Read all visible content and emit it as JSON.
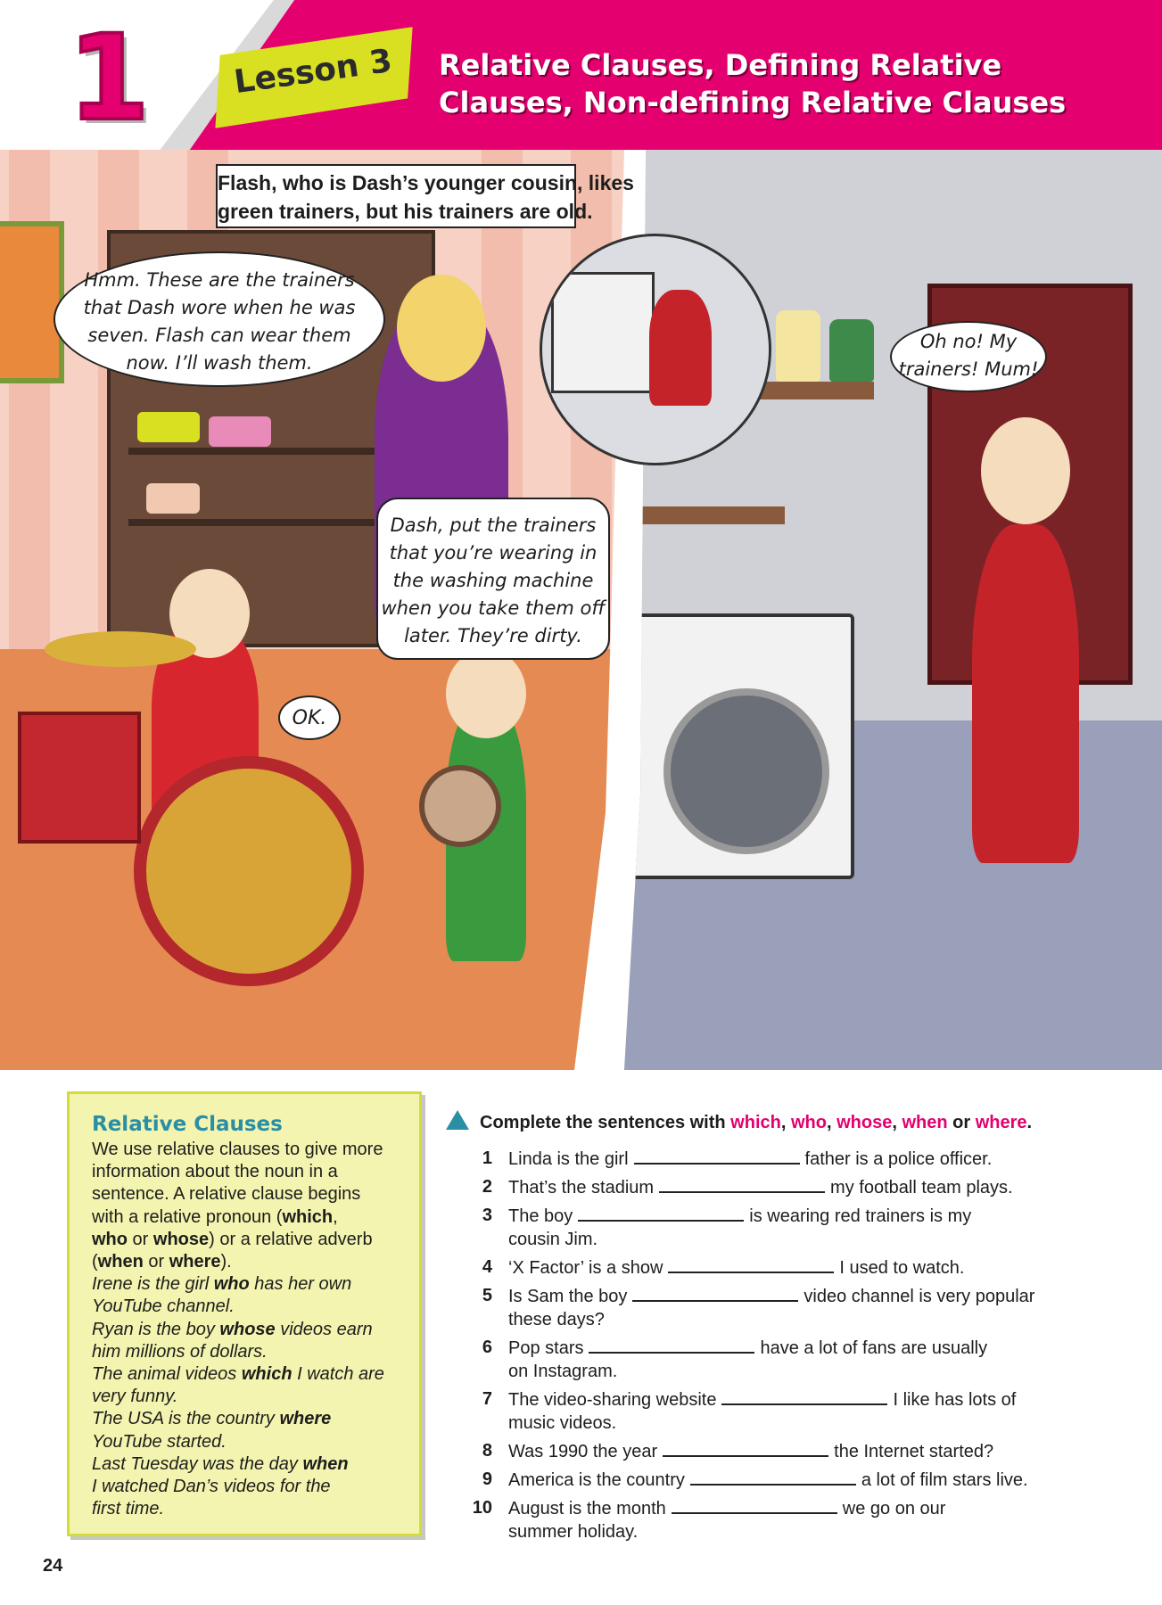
{
  "header": {
    "unit_number": "1",
    "lesson_label": "Lesson 3",
    "title_line1": "Relative Clauses, Defining Relative",
    "title_line2": "Clauses, Non-defining Relative Clauses"
  },
  "comic": {
    "caption": [
      "Flash, who is Dash’s younger cousin, likes",
      "green trainers, but his trainers are old."
    ],
    "mum_thought": [
      "Hmm. These are the trainers",
      "that Dash wore when he was",
      "seven. Flash can wear them",
      "now. I’ll wash them."
    ],
    "mum_speech": [
      "Dash, put the trainers",
      "that you’re wearing in",
      "the washing machine",
      "when you take them off",
      "later. They’re dirty."
    ],
    "dash_reply": "OK.",
    "flash_speech": [
      "Oh no! My",
      "trainers! Mum!"
    ]
  },
  "grammar_box": {
    "title": "Relative Clauses",
    "intro": [
      "We use relative clauses to give more",
      "information about the noun in a",
      "sentence. A relative clause begins"
    ],
    "p1a": "with a relative pronoun (",
    "p1b": "which",
    "p1c": ",",
    "p2a": "who",
    "p2b": " or ",
    "p2c": "whose",
    "p2d": ") or a relative adverb",
    "p3a": "(",
    "p3b": "when",
    "p3c": " or ",
    "p3d": "where",
    "p3e": ").",
    "examples": [
      {
        "before": "Irene is the girl ",
        "bold": "who",
        "after": " has her own"
      },
      {
        "before": "YouTube channel.",
        "bold": "",
        "after": ""
      },
      {
        "before": "Ryan is the boy ",
        "bold": "whose",
        "after": " videos earn"
      },
      {
        "before": "him millions of dollars.",
        "bold": "",
        "after": ""
      },
      {
        "before": "The animal videos ",
        "bold": "which",
        "after": " I watch are"
      },
      {
        "before": "very funny.",
        "bold": "",
        "after": ""
      },
      {
        "before": "The USA is the country ",
        "bold": "where",
        "after": ""
      },
      {
        "before": "YouTube started.",
        "bold": "",
        "after": ""
      },
      {
        "before": "Last Tuesday was the day ",
        "bold": "when",
        "after": ""
      },
      {
        "before": "I watched Dan’s videos for the",
        "bold": "",
        "after": ""
      },
      {
        "before": "first time.",
        "bold": "",
        "after": ""
      }
    ]
  },
  "exercise": {
    "heading_start": "Complete the sentences with ",
    "words": [
      "which",
      "who",
      "whose",
      "when",
      "where"
    ],
    "sep_comma": ", ",
    "sep_or": " or ",
    "period": ".",
    "items": [
      {
        "num": "1",
        "before": "Linda is the girl",
        "after": "father is a police officer.",
        "cont": ""
      },
      {
        "num": "2",
        "before": "That’s the stadium",
        "after": "my football team plays.",
        "cont": ""
      },
      {
        "num": "3",
        "before": "The boy",
        "after": "is wearing red trainers is my",
        "cont": "cousin Jim."
      },
      {
        "num": "4",
        "before": "‘X Factor’ is a show",
        "after": "I used to watch.",
        "cont": ""
      },
      {
        "num": "5",
        "before": "Is Sam the boy",
        "after": "video channel is very popular",
        "cont": "these days?"
      },
      {
        "num": "6",
        "before": "Pop stars",
        "after": "have a lot of fans are usually",
        "cont": "on Instagram."
      },
      {
        "num": "7",
        "before": "The video-sharing website",
        "after": "I like has lots of",
        "cont": "music videos."
      },
      {
        "num": "8",
        "before": "Was 1990 the year",
        "after": "the Internet started?",
        "cont": ""
      },
      {
        "num": "9",
        "before": "America is the country",
        "after": "a lot of film stars live.",
        "cont": ""
      },
      {
        "num": "10",
        "before": "August is the month",
        "after": "we go on our",
        "cont": "summer holiday."
      }
    ]
  },
  "page_number": "24",
  "colors": {
    "brand_pink": "#e4006e",
    "lime": "#d8e021",
    "teal": "#2a8fa4",
    "box_bg": "#f3f4b0"
  }
}
